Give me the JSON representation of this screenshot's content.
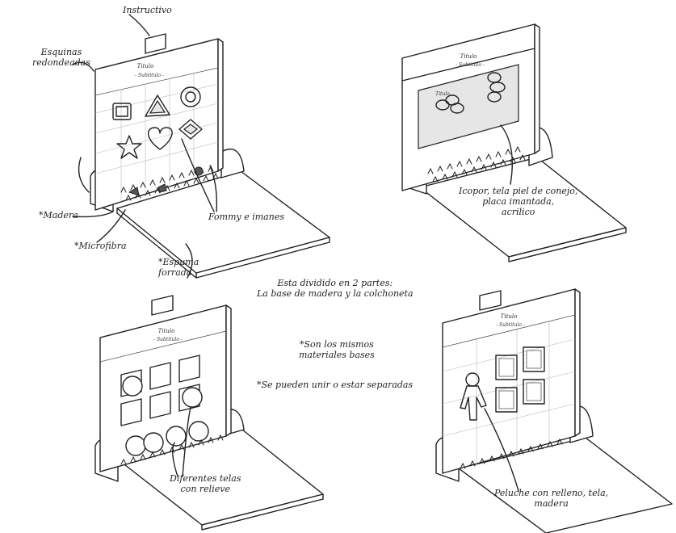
{
  "labels": {
    "instructivo": "Instructivo",
    "esquinas": "Esquinas\nredondeadas",
    "madera": "*Madera",
    "microfibra": "*Microfibra",
    "espuma": "*Espuma\nforrada",
    "fommy": "Fommy e imanes",
    "icopor": "Icopor, tela piel de conejo,\nplaca imantada,\nacrilico",
    "dividido": "Esta dividido en 2 partes:\nLa base de madera y la colchoneta",
    "mismos": "*Son los mismos\nmateriales bases",
    "unir": "*Se pueden unir o estar separadas",
    "telas": "Diferentes telas\ncon relieve",
    "peluche": "Peluche con relleno, tela,\nmadera"
  },
  "board": {
    "titulo": "Titulo",
    "subtitulo": "- Subtitulo -",
    "tag": "Instructivo"
  }
}
